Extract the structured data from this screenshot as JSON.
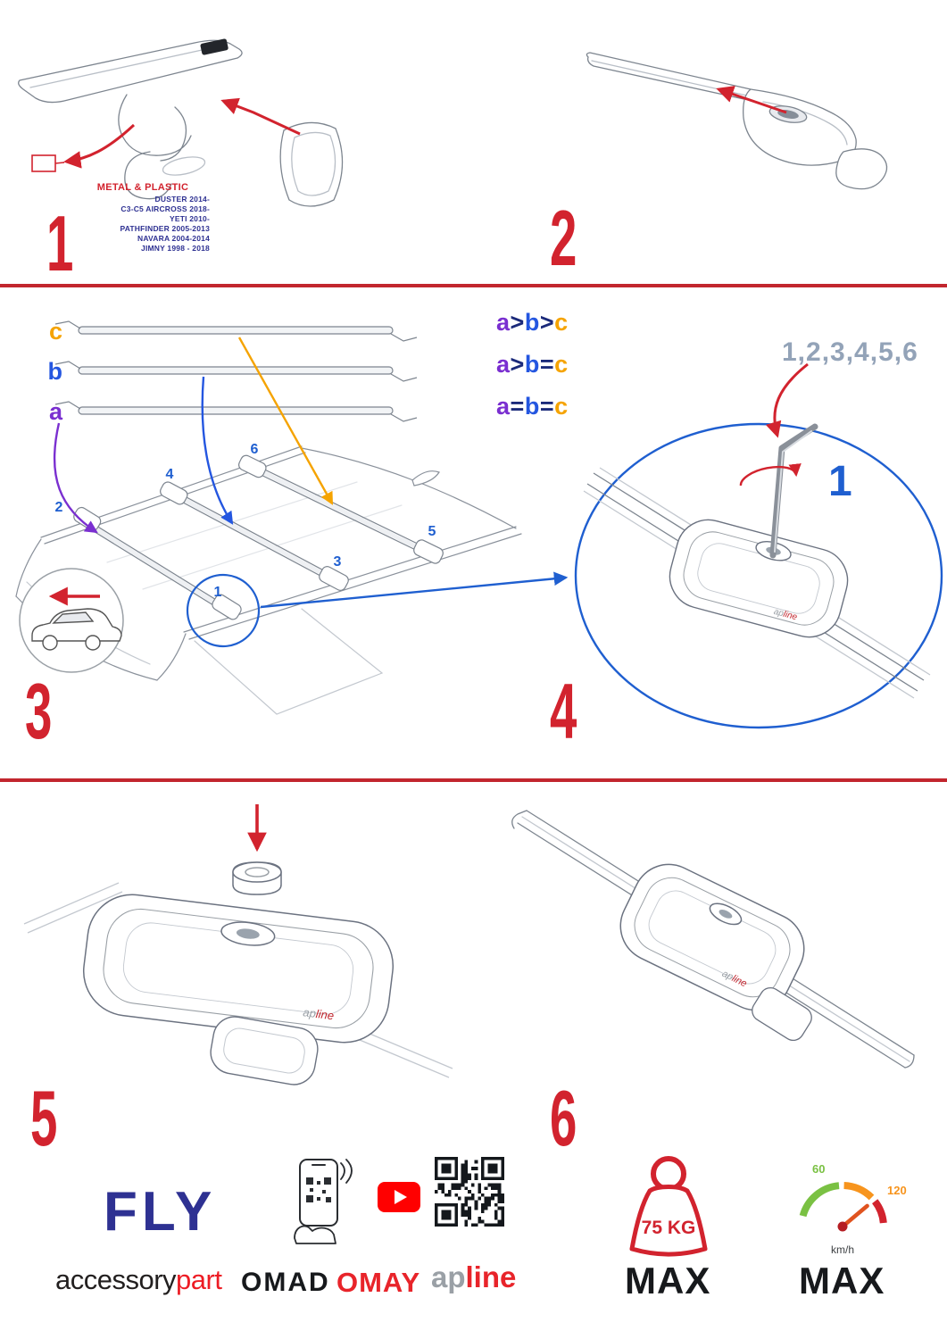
{
  "step1": {
    "number": "1",
    "material_label": "METAL & PLASTIC",
    "models": [
      "DUSTER 2014-",
      "C3-C5 AIRCROSS 2018-",
      "YETI 2010-",
      "PATHFINDER 2005-2013",
      "NAVARA 2004-2014",
      "JIMNY 1998 - 2018"
    ]
  },
  "step2": {
    "number": "2"
  },
  "step3": {
    "number": "3",
    "bar_labels": {
      "a": "a",
      "b": "b",
      "c": "c"
    },
    "rules": [
      {
        "l1": "a",
        "o1": ">",
        "l2": "b",
        "o2": ">",
        "l3": "c"
      },
      {
        "l1": "a",
        "o1": ">",
        "l2": "b",
        "o2": "=",
        "l3": "c"
      },
      {
        "l1": "a",
        "o1": "=",
        "l2": "b",
        "o2": "=",
        "l3": "c"
      }
    ],
    "positions": {
      "p1": "1",
      "p2": "2",
      "p3": "3",
      "p4": "4",
      "p5": "5",
      "p6": "6"
    }
  },
  "step4": {
    "number": "4",
    "sequence": "1,2,3,4,5,6",
    "callout": "1"
  },
  "step5": {
    "number": "5"
  },
  "step6": {
    "number": "6"
  },
  "brand": {
    "ap": "ap",
    "line": "line"
  },
  "footer": {
    "fly": "FLY",
    "accessory": "accessory",
    "part": "part",
    "omad": "OMAD",
    "omay": "OMAY"
  },
  "limits": {
    "weight": "75 KG",
    "weight_max": "MAX",
    "speed_low": "60",
    "speed_high": "120",
    "speed_unit": "km/h",
    "speed_max": "MAX"
  },
  "colors": {
    "accent_red": "#d2232e",
    "blue": "#1f5fd0",
    "purple": "#7a2fd0",
    "orange": "#f5a300",
    "navy": "#2e3192"
  }
}
